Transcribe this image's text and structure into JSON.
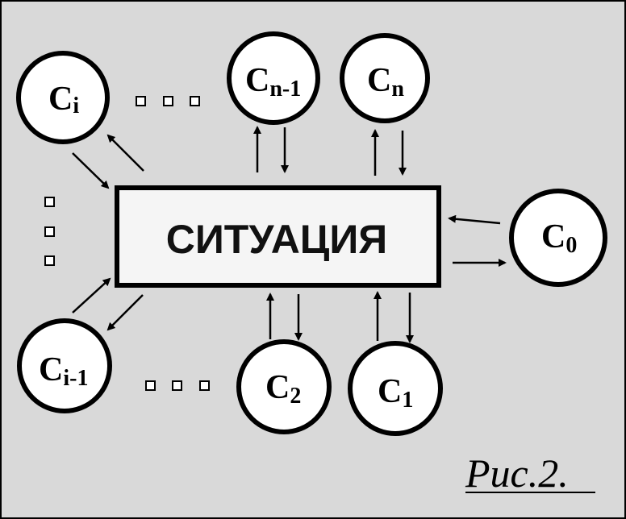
{
  "diagram": {
    "center_label": "СИТУАЦИЯ",
    "caption": "Рис.2.",
    "nodes": {
      "c_i": {
        "base": "C",
        "sub": "i"
      },
      "c_n_minus_1": {
        "base": "C",
        "sub": "n-1"
      },
      "c_n": {
        "base": "C",
        "sub": "n"
      },
      "c_0": {
        "base": "C",
        "sub": "0"
      },
      "c_i_minus_1": {
        "base": "C",
        "sub": "i-1"
      },
      "c_2": {
        "base": "C",
        "sub": "2"
      },
      "c_1": {
        "base": "C",
        "sub": "1"
      }
    }
  },
  "colors": {
    "background": "#d9d9d9",
    "stroke": "#000000",
    "fill": "#ffffff"
  }
}
